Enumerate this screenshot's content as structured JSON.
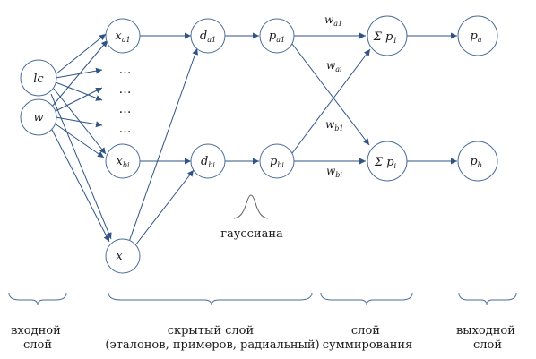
{
  "nodes": {
    "lc": {
      "base": "lc",
      "sub": ""
    },
    "w": {
      "base": "w",
      "sub": ""
    },
    "xa1": {
      "base": "x",
      "sub": "a1"
    },
    "xbi": {
      "base": "x",
      "sub": "bi"
    },
    "x": {
      "base": "x",
      "sub": ""
    },
    "da1": {
      "base": "d",
      "sub": "a1"
    },
    "dbi": {
      "base": "d",
      "sub": "bi"
    },
    "pa1": {
      "base": "p",
      "sub": "a1"
    },
    "pbi": {
      "base": "p",
      "sub": "bi"
    },
    "sum1": {
      "base": "Σ p",
      "sub": "1"
    },
    "sumi": {
      "base": "Σ p",
      "sub": "i"
    },
    "pa": {
      "base": "p",
      "sub": "a"
    },
    "pb": {
      "base": "p",
      "sub": "b"
    }
  },
  "ellipsis": "…",
  "weights": {
    "wa1": {
      "base": "w",
      "sub": "a1"
    },
    "wai": {
      "base": "w",
      "sub": "ai"
    },
    "wb1": {
      "base": "w",
      "sub": "b1"
    },
    "wbi": {
      "base": "w",
      "sub": "bi"
    }
  },
  "gaussian_label": "гауссиана",
  "layers": {
    "input": [
      "входной",
      "слой"
    ],
    "hidden": [
      "скрытый слой",
      "(эталонов, примеров, радиальный)"
    ],
    "summation": [
      "слой",
      "суммирования"
    ],
    "output": [
      "выходной",
      "слой"
    ]
  },
  "colors": {
    "node_stroke": "#4b6e9a",
    "edge": "#2f5384"
  }
}
